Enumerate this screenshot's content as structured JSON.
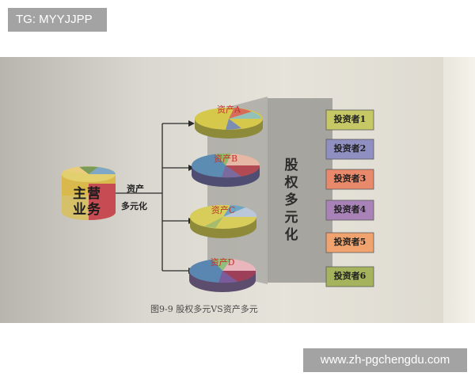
{
  "watermark_top": "TG: MYYJJPP",
  "watermark_bottom": "www.zh-pgchengdu.com",
  "figure": {
    "core_business": [
      "主营",
      "业务"
    ],
    "asset_label": [
      "资产",
      "多元化"
    ],
    "equity_label": [
      "股",
      "权",
      "多",
      "元",
      "化"
    ],
    "pies": [
      "资产A",
      "资产B",
      "资产C",
      "资产D"
    ],
    "investors": [
      "投资者1",
      "投资者2",
      "投资者3",
      "投资者4",
      "投资者5",
      "投资者6"
    ],
    "caption": "图9-9   股权多元VS资产多元"
  }
}
